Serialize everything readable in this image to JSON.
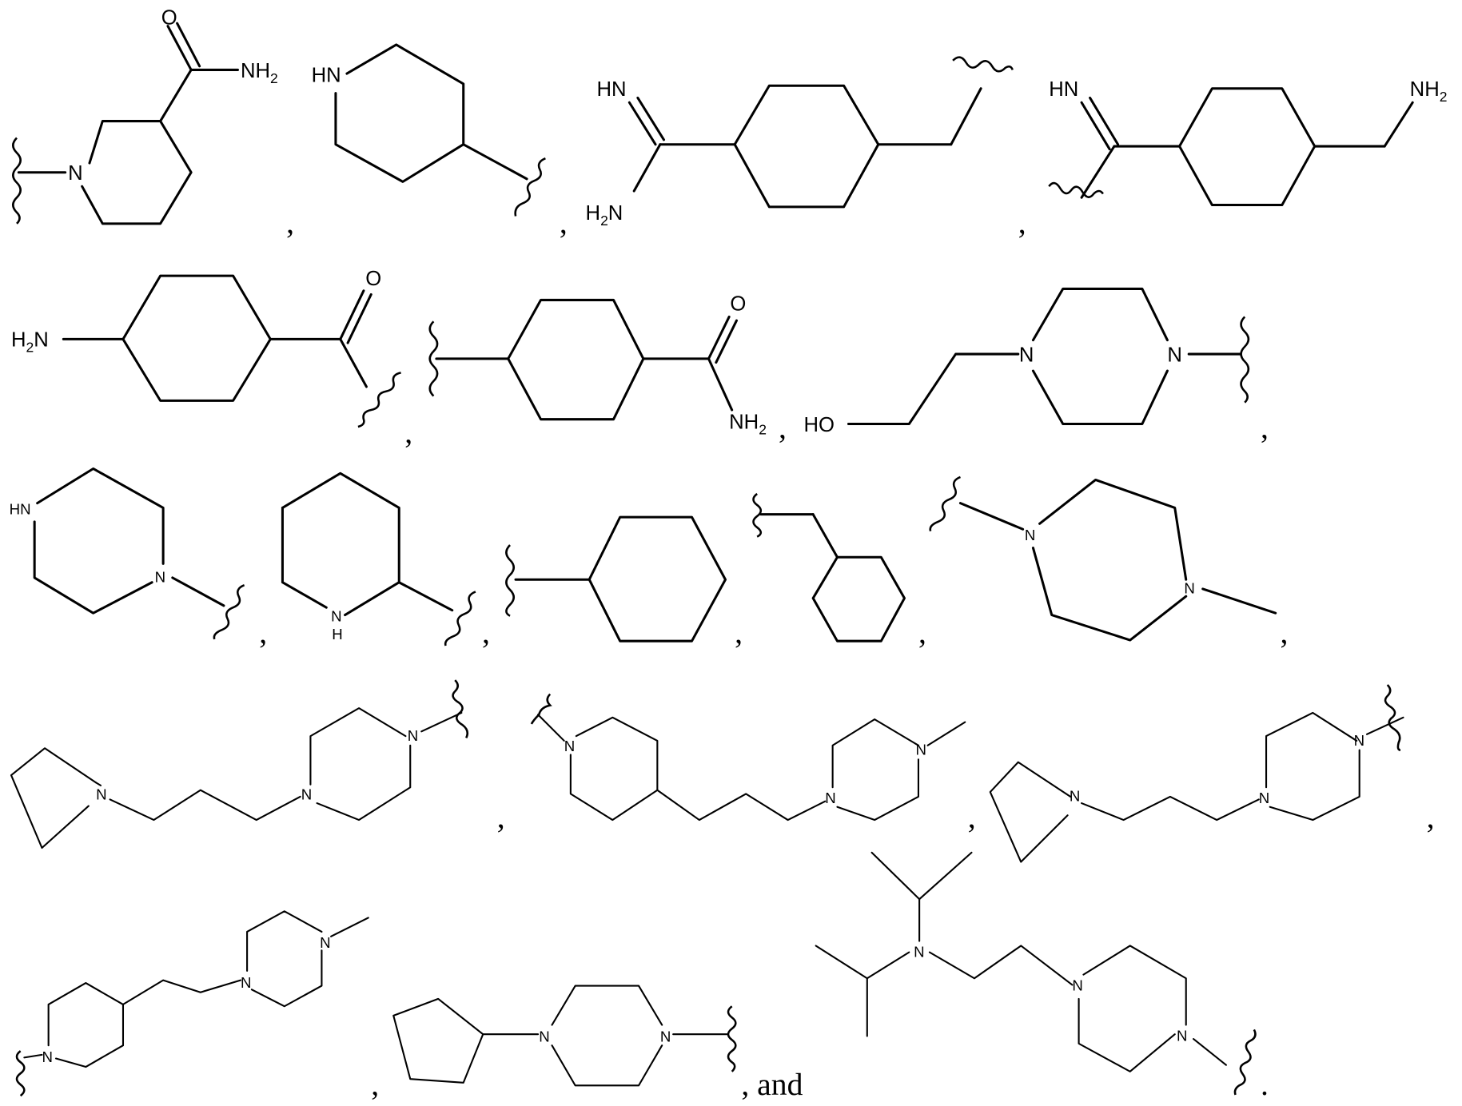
{
  "document": {
    "type": "chemical-structure-list",
    "structures": [
      {
        "id": 1,
        "name": "piperidine-3-carboxamide-1-yl",
        "labels": {
          "o": "O",
          "amine": "NH",
          "amine_sub": "2",
          "n": "N"
        },
        "separator": ","
      },
      {
        "id": 2,
        "name": "piperidin-4-yl",
        "labels": {
          "nh": "HN"
        },
        "separator": ","
      },
      {
        "id": 3,
        "name": "4-carbamimidoylcyclohexylmethyl",
        "labels": {
          "imine": "HN",
          "amine_pre": "H",
          "amine_sub": "2",
          "amine_post": "N"
        },
        "separator": ","
      },
      {
        "id": 4,
        "name": "4-(aminomethyl)cyclohexyl-carboximidoyl",
        "labels": {
          "imine": "HN",
          "amine": "NH",
          "amine_sub": "2"
        },
        "separator": ","
      },
      {
        "id": 5,
        "name": "4-aminocyclohexanecarbonyl",
        "labels": {
          "amine_pre": "H",
          "amine_sub": "2",
          "amine_post": "N",
          "o": "O"
        },
        "separator": ","
      },
      {
        "id": 6,
        "name": "4-carbamoylcyclohexyl",
        "labels": {
          "o": "O",
          "amine": "NH",
          "amine_sub": "2"
        },
        "separator": ","
      },
      {
        "id": 7,
        "name": "4-(2-hydroxyethyl)piperazin-1-yl",
        "labels": {
          "ho": "HO",
          "n1": "N",
          "n2": "N"
        },
        "separator": ","
      },
      {
        "id": 8,
        "name": "piperazin-1-yl",
        "labels": {
          "nh": "HN",
          "n": "N"
        },
        "separator": ","
      },
      {
        "id": 9,
        "name": "piperidin-2-yl",
        "labels": {
          "n": "N",
          "h": "H"
        },
        "separator": ","
      },
      {
        "id": 10,
        "name": "cyclohexyl",
        "labels": {},
        "separator": ","
      },
      {
        "id": 11,
        "name": "cyclohexylmethyl",
        "labels": {},
        "separator": ","
      },
      {
        "id": 12,
        "name": "4-methylpiperazin-1-yl",
        "labels": {
          "n1": "N",
          "n2": "N"
        },
        "separator": ","
      },
      {
        "id": 13,
        "name": "4-(3-pyrrolidin-1-ylpropyl)piperazin-1-yl",
        "labels": {
          "n1": "N",
          "n2": "N",
          "n3": "N"
        },
        "separator": ","
      },
      {
        "id": 14,
        "name": "4-[3-(4-methylpiperazin-1-yl)propyl]piperidin-1-yl",
        "labels": {
          "n1": "N",
          "n2": "N",
          "n3": "N"
        },
        "separator": ","
      },
      {
        "id": 15,
        "name": "4-(3-pyrrolidin-1-ylpropyl)piperazin-1-yl",
        "labels": {
          "n1": "N",
          "n2": "N",
          "n3": "N"
        },
        "separator": ","
      },
      {
        "id": 16,
        "name": "4-[2-(4-methylpiperazin-1-yl)ethyl]piperidin-1-yl",
        "labels": {
          "n1": "N",
          "n2": "N",
          "n3": "N"
        },
        "separator": ","
      },
      {
        "id": 17,
        "name": "4-cyclopentylpiperazin-1-yl",
        "labels": {
          "n1": "N",
          "n2": "N"
        },
        "separator": ", and"
      },
      {
        "id": 18,
        "name": "4-[2-(diisopropylamino)ethyl]piperazin-1-yl",
        "labels": {
          "n1": "N",
          "n2": "N",
          "n3": "N"
        },
        "separator": "."
      }
    ]
  }
}
